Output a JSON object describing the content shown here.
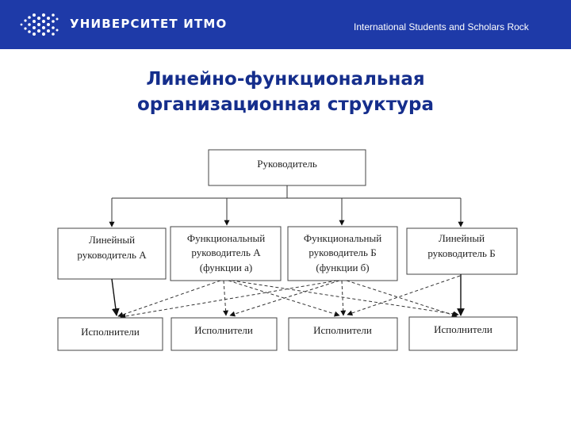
{
  "header": {
    "logo_text": "УНИВЕРСИТЕТ ИТМО",
    "subtitle": "International Students and Scholars Rock"
  },
  "slide": {
    "title_line1": "Линейно-функциональная",
    "title_line2": "организационная структура"
  },
  "diagram": {
    "head": "Руководитель",
    "managers": [
      {
        "line1": "Линейный",
        "line2": "руководитель А",
        "line3": ""
      },
      {
        "line1": "Функциональный",
        "line2": "руководитель А",
        "line3": "(функции а)"
      },
      {
        "line1": "Функциональный",
        "line2": "руководитель Б",
        "line3": "(функции б)"
      },
      {
        "line1": "Линейный",
        "line2": "руководитель Б",
        "line3": ""
      }
    ],
    "executors": [
      "Исполнители",
      "Исполнители",
      "Исполнители",
      "Исполнители"
    ]
  },
  "colors": {
    "header_bg": "#1e3aa8",
    "title": "#152e8c"
  },
  "icons": [
    "itmo-logo-dots-icon"
  ]
}
